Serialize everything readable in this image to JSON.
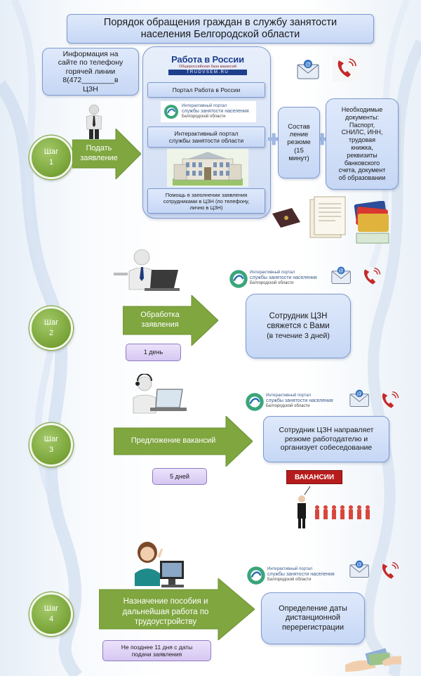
{
  "header": {
    "title_line1": "Порядок обращения граждан в службу занятости",
    "title_line2": "населения Белгородской области"
  },
  "info_box": {
    "line1": "Информация на",
    "line2": "сайте по телефону",
    "line3": "горячей линии",
    "line4": "8(472________в",
    "line5": "ЦЗН"
  },
  "portal_panel": {
    "logo_title": "Работа в России",
    "logo_subtitle": "Общероссийская база вакансий",
    "logo_url": "TRUDVSEM.RU",
    "portal_label": "Портал Работа в России",
    "interactive_label_line1": "Интерактивный портал",
    "interactive_label_line2": "службы занятости области",
    "help_line1": "Помощь в заполнении  заявления",
    "help_line2": "сотрудниками в ЦЗН (по телефону,",
    "help_line3": "лично в ЦЗН)"
  },
  "portal_logo": {
    "line1": "Интерактивный портал",
    "line2": "службы занятости населения",
    "line3": "Белгородской области"
  },
  "resume_box": {
    "line1": "Состав",
    "line2": "ление",
    "line3": "резюме",
    "line4": "(15",
    "line5": "минут)"
  },
  "documents_box": {
    "line1": "Необходимые",
    "line2": "документы:",
    "line3": "Паспорт,",
    "line4": "СНИЛС, ИНН,",
    "line5": "трудовая",
    "line6": "книжка,",
    "line7": "реквизиты",
    "line8": "банковского",
    "line9": "счета, документ",
    "line10": "об образовании"
  },
  "steps": [
    {
      "label": "Шаг",
      "number": "1",
      "arrow_line1": "Подать",
      "arrow_line2": "заявление"
    },
    {
      "label": "Шаг",
      "number": "2",
      "arrow_line1": "Обработка",
      "arrow_line2": "заявления",
      "duration": "1 день",
      "box_line1": "Сотрудник ЦЗН",
      "box_line2": "свяжется с Вами",
      "box_line3": "(в течение 3 дней)"
    },
    {
      "label": "Шаг",
      "number": "3",
      "arrow_line1": "Предложение вакансий",
      "duration": "5 дней",
      "box_line1": "Сотрудник ЦЗН направляет",
      "box_line2": "резюме работодателю и",
      "box_line3": "организует собеседование",
      "sign": "ВАКАНСИИ"
    },
    {
      "label": "Шаг",
      "number": "4",
      "arrow_line1": "Назначение пособия и",
      "arrow_line2": "дальнейшая работа по",
      "arrow_line3": "трудоустройству",
      "duration_line1": "Не позднее 11 дня с даты",
      "duration_line2": "подачи заявления",
      "box_line1": "Определение даты",
      "box_line2": "дистанционной",
      "box_line3": "перерегистрации"
    }
  ],
  "colors": {
    "box_fill": "#c6d7f5",
    "box_border": "#7c98cf",
    "arrow_green": "#7fa63f",
    "step_green": "#7ba63a",
    "purple_fill": "#d6c7f2",
    "phone_red": "#c62828"
  },
  "icons": [
    "envelope-icon",
    "phone-icon",
    "portal-logo-icon",
    "person-icon",
    "building-icon",
    "documents-icon",
    "cards-icon"
  ]
}
